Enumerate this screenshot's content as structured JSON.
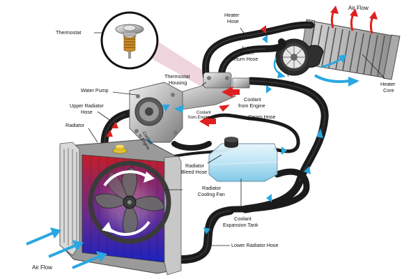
{
  "labels": {
    "thermostat": "Thermostat",
    "heater_hose": [
      "Heater",
      "Hose"
    ],
    "air_flow_top": "Air Flow",
    "heater_return_hose": [
      "Heater",
      "Return Hose"
    ],
    "heater_core": [
      "Heater",
      "Core"
    ],
    "fan": "Fan",
    "thermostat_housing": [
      "Thermostat",
      "Housing"
    ],
    "water_pump": "Water Pump",
    "coolant_from_engine": [
      "Coolant",
      "from Engine"
    ],
    "coolant_from_engine_small": [
      "Coolant",
      "from Engine"
    ],
    "coolant_to_engine": [
      "Coolant",
      "to Engine"
    ],
    "upper_radiator_hose": [
      "Upper Radiator",
      "Hose"
    ],
    "steam_hose": "Steam Hose",
    "radiator": "Radiator",
    "radiator_bleed_hose": [
      "Radiator",
      "Bleed Hose"
    ],
    "radiator_cooling_fan": [
      "Radiator",
      "Cooling Fan"
    ],
    "coolant_expansion_tank": [
      "Coolant",
      "Expansion Tank"
    ],
    "lower_radiator_hose": "Lower Radiator Hose",
    "air_flow_bottom": "Air Flow"
  },
  "colors": {
    "hose": "#1b1b1b",
    "arrow_blue": "#2aa7e0",
    "arrow_red": "#e02020",
    "radiator_frame": "#c9c9c9",
    "tank_fluid": "#9fd6ef"
  }
}
